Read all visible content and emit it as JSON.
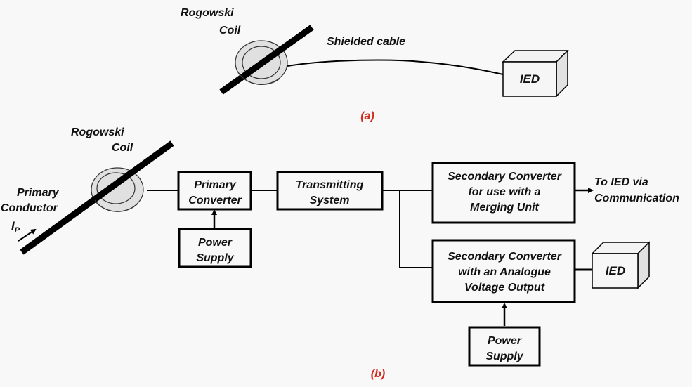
{
  "diagram_a": {
    "coil_label_line1": "Rogowski",
    "coil_label_line2": "Coil",
    "cable_label": "Shielded cable",
    "ied_label": "IED",
    "caption": "(a)"
  },
  "diagram_b": {
    "coil_label_line1": "Rogowski",
    "coil_label_line2": "Coil",
    "conductor_label_line1": "Primary",
    "conductor_label_line2": "Conductor",
    "current_symbol": "I",
    "current_subscript": "P",
    "primary_converter": [
      "Primary",
      "Converter"
    ],
    "power_supply_1": [
      "Power",
      "Supply"
    ],
    "transmitting_system": [
      "Transmitting",
      "System"
    ],
    "secondary_converter_mu": [
      "Secondary Converter",
      "for use with a",
      "Merging Unit"
    ],
    "to_ied": [
      "To IED via",
      "Communication"
    ],
    "secondary_converter_analogue": [
      "Secondary Converter",
      "with an Analogue",
      "Voltage Output"
    ],
    "ied_label": "IED",
    "power_supply_2": [
      "Power",
      "Supply"
    ],
    "caption": "(b)"
  },
  "colors": {
    "caption": "#d42a1e",
    "line": "#000000",
    "background": "#f8f8f8"
  }
}
